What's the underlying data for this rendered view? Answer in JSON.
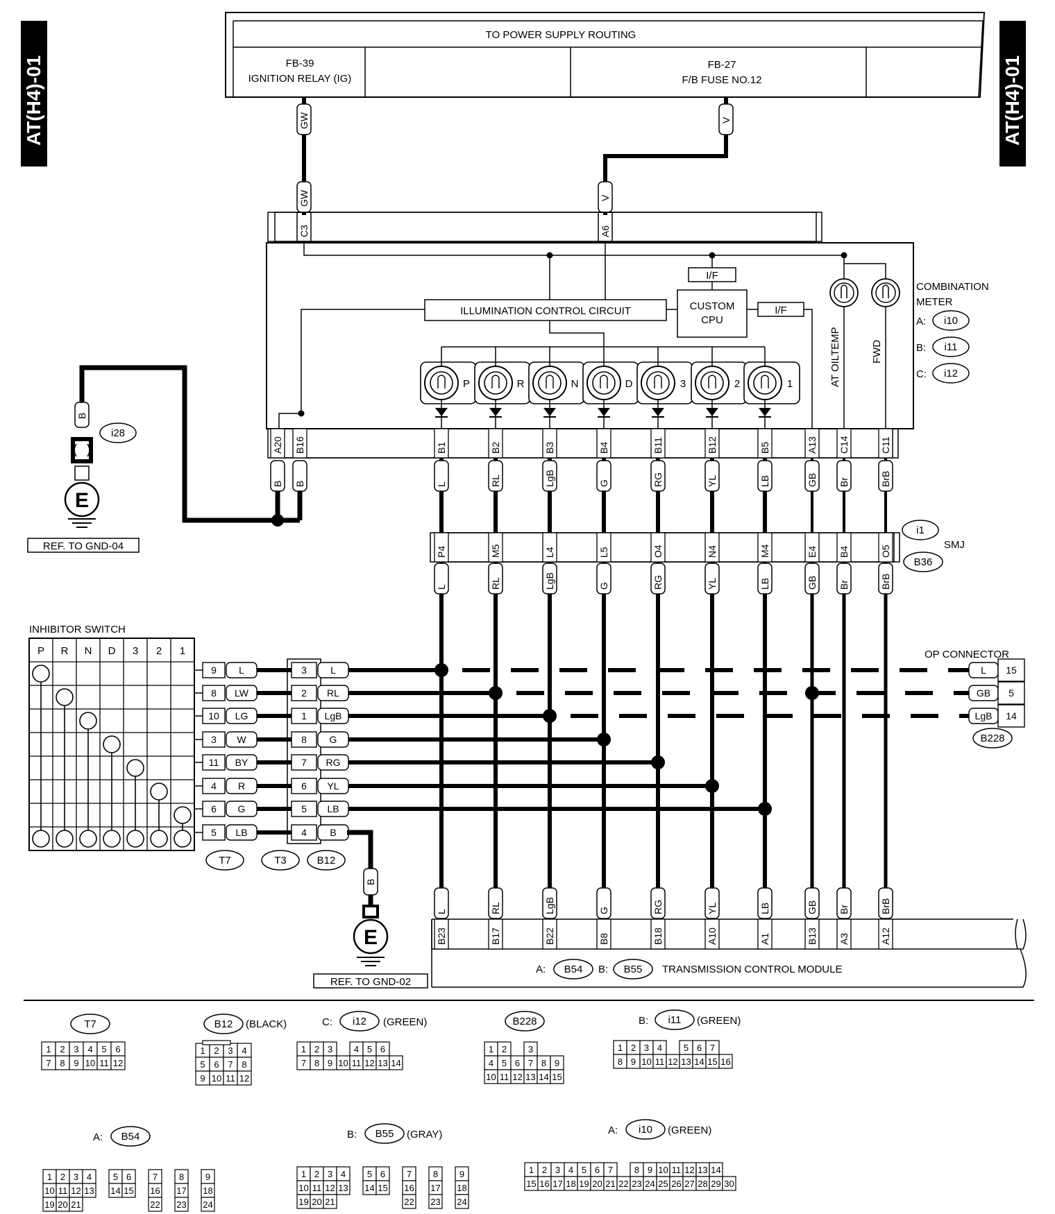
{
  "side_tags": {
    "left": "AT(H4)-01",
    "right": "AT(H4)-01"
  },
  "power_supply": {
    "title": "TO POWER SUPPLY ROUTING",
    "fb39_code": "FB-39",
    "fb39_name": "IGNITION RELAY (IG)",
    "fb27_code": "FB-27",
    "fb27_name": "F/B FUSE NO.12"
  },
  "top_wires": [
    {
      "color": "GW",
      "pin": "C3"
    },
    {
      "color": "V",
      "pin": "A6"
    }
  ],
  "combination_meter": {
    "title_line1": "COMBINATION",
    "title_line2": "METER",
    "connectors": [
      {
        "prefix": "A:",
        "id": "i10"
      },
      {
        "prefix": "B:",
        "id": "i11"
      },
      {
        "prefix": "C:",
        "id": "i12"
      }
    ],
    "illumination": "ILLUMINATION CONTROL CIRCUIT",
    "cpu_line1": "CUSTOM",
    "cpu_line2": "CPU",
    "if_label": "I/F",
    "at_oil_temp": "AT OILTEMP",
    "fwd": "FWD",
    "lamps": [
      "P",
      "R",
      "N",
      "D",
      "3",
      "2",
      "1"
    ]
  },
  "meter_bottom_pins": [
    "A20",
    "B16",
    "B1",
    "B2",
    "B3",
    "B4",
    "B11",
    "B12",
    "B5",
    "A13",
    "C14",
    "C11"
  ],
  "meter_bottom_colors": [
    "B",
    "B",
    "L",
    "RL",
    "LgB",
    "G",
    "RG",
    "YL",
    "LB",
    "GB",
    "Br",
    "BrB"
  ],
  "ground_top": {
    "connector": "i28",
    "wire": "B",
    "symbol": "E",
    "ref": "REF. TO GND-04"
  },
  "smj": {
    "label": "SMJ",
    "connector_top": "i1",
    "connector_bottom": "B36",
    "pins": [
      "P4",
      "M5",
      "L4",
      "L5",
      "O4",
      "N4",
      "M4",
      "E4",
      "B4",
      "O5"
    ],
    "colors": [
      "L",
      "RL",
      "LgB",
      "G",
      "RG",
      "YL",
      "LB",
      "GB",
      "Br",
      "BrB"
    ]
  },
  "inhibitor_switch": {
    "title": "INHIBITOR SWITCH",
    "positions": [
      "P",
      "R",
      "N",
      "D",
      "3",
      "2",
      "1"
    ],
    "t7_pins": [
      "9",
      "8",
      "10",
      "3",
      "11",
      "4",
      "6",
      "5"
    ],
    "switch_colors": [
      "L",
      "LW",
      "LG",
      "W",
      "BY",
      "R",
      "G",
      "LB"
    ],
    "b12_pins": [
      "3",
      "2",
      "1",
      "8",
      "7",
      "6",
      "5",
      "4"
    ],
    "harness_colors": [
      "L",
      "RL",
      "LgB",
      "G",
      "RG",
      "YL",
      "LB",
      "B"
    ],
    "connectors": [
      "T7",
      "T3",
      "B12"
    ]
  },
  "op_connector": {
    "title": "OP CONNECTOR",
    "rows": [
      {
        "color": "L",
        "pin": "15"
      },
      {
        "color": "GB",
        "pin": "5"
      },
      {
        "color": "LgB",
        "pin": "14"
      }
    ],
    "connector": "B228"
  },
  "ground_bottom": {
    "wire": "B",
    "symbol": "E",
    "ref": "REF. TO GND-02"
  },
  "tcm": {
    "pins": [
      "B23",
      "B17",
      "B22",
      "B8",
      "B18",
      "A10",
      "A1",
      "B13",
      "A3",
      "A12"
    ],
    "colors": [
      "L",
      "RL",
      "LgB",
      "G",
      "RG",
      "YL",
      "LB",
      "GB",
      "Br",
      "BrB"
    ],
    "prefix_a": "A:",
    "conn_a": "B54",
    "prefix_b": "B:",
    "conn_b": "B55",
    "title": "TRANSMISSION CONTROL MODULE"
  },
  "connector_views": {
    "t7": {
      "label": "T7",
      "rows": [
        [
          "1",
          "2",
          "3",
          "4",
          "5",
          "6"
        ],
        [
          "7",
          "8",
          "9",
          "10",
          "11",
          "12"
        ]
      ]
    },
    "b12": {
      "label": "B12",
      "note": "(BLACK)",
      "rows": [
        [
          "1",
          "2",
          "3",
          "4"
        ],
        [
          "5",
          "6",
          "7",
          "8"
        ],
        [
          "9",
          "10",
          "11",
          "12"
        ]
      ]
    },
    "i12": {
      "prefix": "C:",
      "label": "i12",
      "note": "(GREEN)",
      "rows": [
        [
          "1",
          "2",
          "3",
          "",
          "4",
          "5",
          "6"
        ],
        [
          "7",
          "8",
          "9",
          "10",
          "11",
          "12",
          "13",
          "14"
        ]
      ]
    },
    "b228": {
      "label": "B228",
      "rows": [
        [
          "1",
          "2",
          "",
          "3"
        ],
        [
          "4",
          "5",
          "6",
          "7",
          "8",
          "9"
        ],
        [
          "10",
          "11",
          "12",
          "13",
          "14",
          "15"
        ]
      ]
    },
    "i11": {
      "prefix": "B:",
      "label": "i11",
      "note": "(GREEN)",
      "rows": [
        [
          "1",
          "2",
          "3",
          "4",
          "",
          "5",
          "6",
          "7"
        ],
        [
          "8",
          "9",
          "10",
          "11",
          "12",
          "13",
          "14",
          "15",
          "16"
        ]
      ]
    },
    "b54": {
      "prefix": "A:",
      "label": "B54",
      "rows": [
        [
          "1",
          "2",
          "3",
          "4",
          "",
          "5",
          "6",
          "",
          "7",
          "",
          "8",
          "",
          "9"
        ],
        [
          "10",
          "11",
          "12",
          "13",
          "",
          "14",
          "15",
          "",
          "16",
          "",
          "17",
          "",
          "18"
        ],
        [
          "19",
          "20",
          "21",
          "",
          "",
          "",
          "",
          "",
          "22",
          "",
          "23",
          "",
          "24"
        ]
      ]
    },
    "b55": {
      "prefix": "B:",
      "label": "B55",
      "note": "(GRAY)",
      "rows": [
        [
          "1",
          "2",
          "3",
          "4",
          "",
          "5",
          "6",
          "",
          "7",
          "",
          "8",
          "",
          "9"
        ],
        [
          "10",
          "11",
          "12",
          "13",
          "",
          "14",
          "15",
          "",
          "16",
          "",
          "17",
          "",
          "18"
        ],
        [
          "19",
          "20",
          "21",
          "",
          "",
          "",
          "",
          "",
          "22",
          "",
          "23",
          "",
          "24"
        ]
      ]
    },
    "i10": {
      "prefix": "A:",
      "label": "i10",
      "note": "(GREEN)",
      "rows": [
        [
          "1",
          "2",
          "3",
          "4",
          "5",
          "6",
          "7",
          "",
          "8",
          "9",
          "10",
          "11",
          "12",
          "13",
          "14"
        ],
        [
          "15",
          "16",
          "17",
          "18",
          "19",
          "20",
          "21",
          "22",
          "23",
          "24",
          "25",
          "26",
          "27",
          "28",
          "29",
          "30"
        ]
      ]
    }
  }
}
